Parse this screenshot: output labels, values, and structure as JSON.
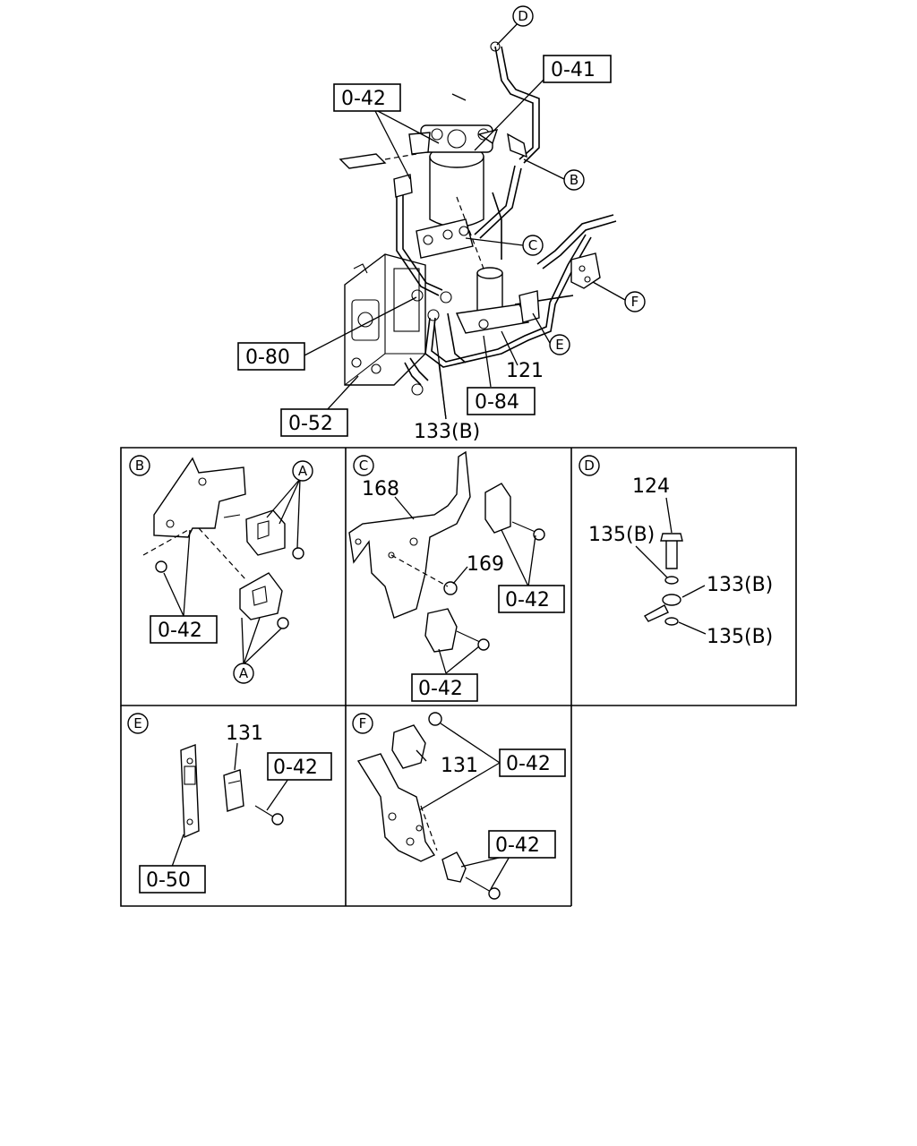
{
  "main_view": {
    "callouts": {
      "d": "D",
      "b": "B",
      "c": "C",
      "f": "F",
      "e": "E"
    },
    "boxed": {
      "l041": "0-41",
      "l042": "0-42",
      "l080": "0-80",
      "l052": "0-52",
      "l084": "0-84"
    },
    "numbers": {
      "n121": "121",
      "n133b": "133(B)"
    }
  },
  "detail_b": {
    "letter": "B",
    "ref_a_top": "A",
    "ref_a_bottom": "A",
    "box_042": "0-42"
  },
  "detail_c": {
    "letter": "C",
    "n168": "168",
    "n169": "169",
    "box_042_right": "0-42",
    "box_042_bottom": "0-42"
  },
  "detail_d": {
    "letter": "D",
    "n124": "124",
    "n135b_top": "135(B)",
    "n133b": "133(B)",
    "n135b_bottom": "135(B)"
  },
  "detail_e": {
    "letter": "E",
    "n131": "131",
    "box_042": "0-42",
    "box_050": "0-50"
  },
  "detail_f": {
    "letter": "F",
    "n131": "131",
    "box_042_top": "0-42",
    "box_042_bottom": "0-42"
  }
}
